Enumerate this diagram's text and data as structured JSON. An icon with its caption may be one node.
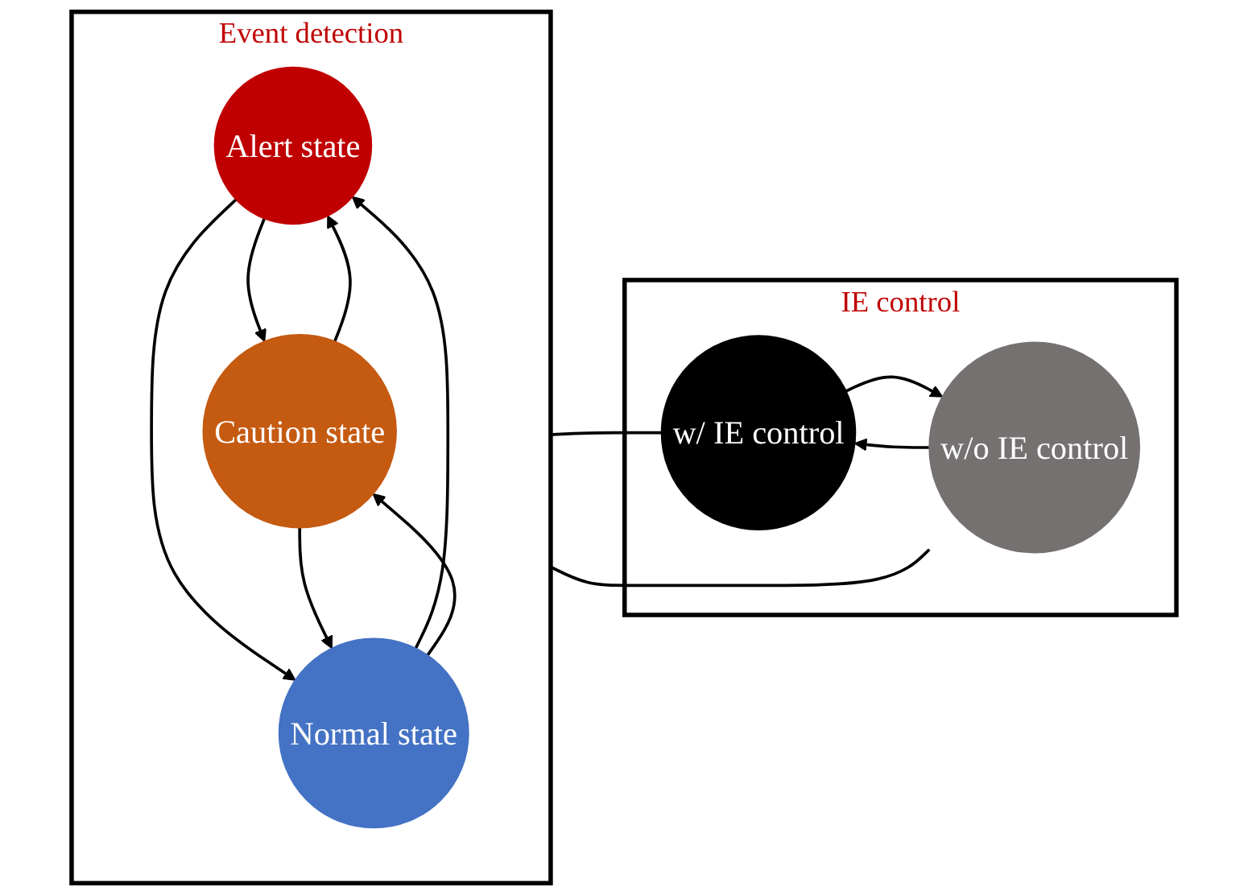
{
  "diagram": {
    "nodes": [
      {
        "text": [
          "Event detection"
        ]
      },
      {
        "text": [
          "Alert state"
        ],
        "in": 0
      },
      {
        "text": [
          "Caution state"
        ],
        "in": 0
      },
      {
        "text": [
          "Normal state"
        ],
        "in": 0
      },
      {
        "text": [
          "IE control"
        ]
      },
      {
        "text": [
          "w/ IE control"
        ],
        "in": 4
      },
      {
        "text": [
          "w/o IE control"
        ],
        "in": 4
      }
    ],
    "edges": [
      {
        "from": 1,
        "to": 2,
        "arrow": "to"
      },
      {
        "from": 2,
        "to": 1,
        "arrow": "to"
      },
      {
        "from": 1,
        "to": 3,
        "arrow": "to"
      },
      {
        "from": 3,
        "to": 1,
        "arrow": "to"
      },
      {
        "from": 2,
        "to": 3,
        "arrow": "to"
      },
      {
        "from": 3,
        "to": 2,
        "arrow": "to"
      },
      {
        "from": 5,
        "to": 6,
        "arrow": "to"
      },
      {
        "from": 6,
        "to": 5,
        "arrow": "to"
      },
      {
        "from": 0,
        "to": 5,
        "arrow": "none"
      },
      {
        "from": 0,
        "to": 6,
        "arrow": "none"
      }
    ]
  }
}
